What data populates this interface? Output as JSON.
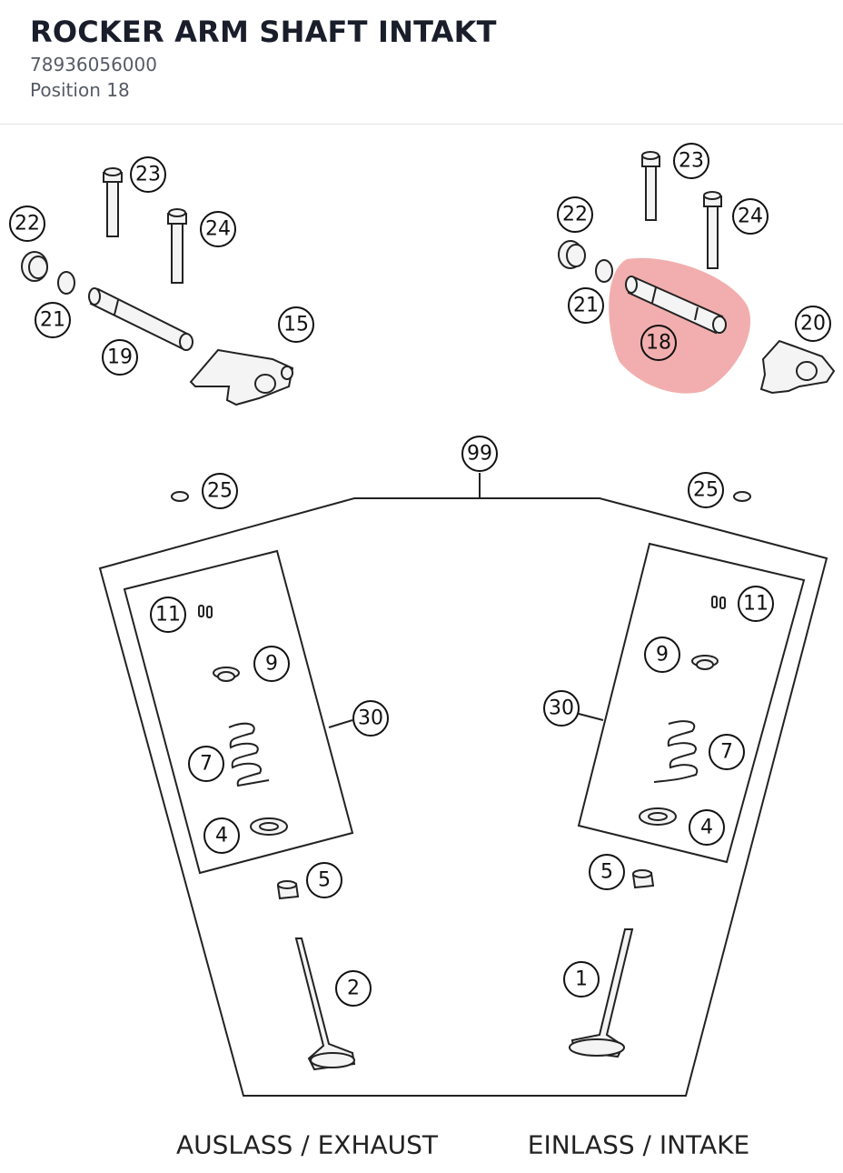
{
  "header": {
    "title": "ROCKER ARM SHAFT INTAKT",
    "part_number": "78936056000",
    "position": "Position 18"
  },
  "highlight": {
    "callout": "18",
    "color": "#f0a0a0"
  },
  "callouts": {
    "c23_left": "23",
    "c24_left": "24",
    "c22_left": "22",
    "c21_left": "21",
    "c19": "19",
    "c15": "15",
    "c23_right": "23",
    "c24_right": "24",
    "c22_right": "22",
    "c21_right": "21",
    "c18": "18",
    "c20": "20",
    "c99": "99",
    "c25_left": "25",
    "c25_right": "25",
    "c11_left": "11",
    "c9_left": "9",
    "c7_left": "7",
    "c4_left": "4",
    "c30_left": "30",
    "c5_left": "5",
    "c2": "2",
    "c11_right": "11",
    "c9_right": "9",
    "c7_right": "7",
    "c4_right": "4",
    "c30_right": "30",
    "c5_right": "5",
    "c1": "1"
  },
  "labels": {
    "exhaust": "AUSLASS / EXHAUST",
    "intake": "EINLASS / INTAKE"
  }
}
